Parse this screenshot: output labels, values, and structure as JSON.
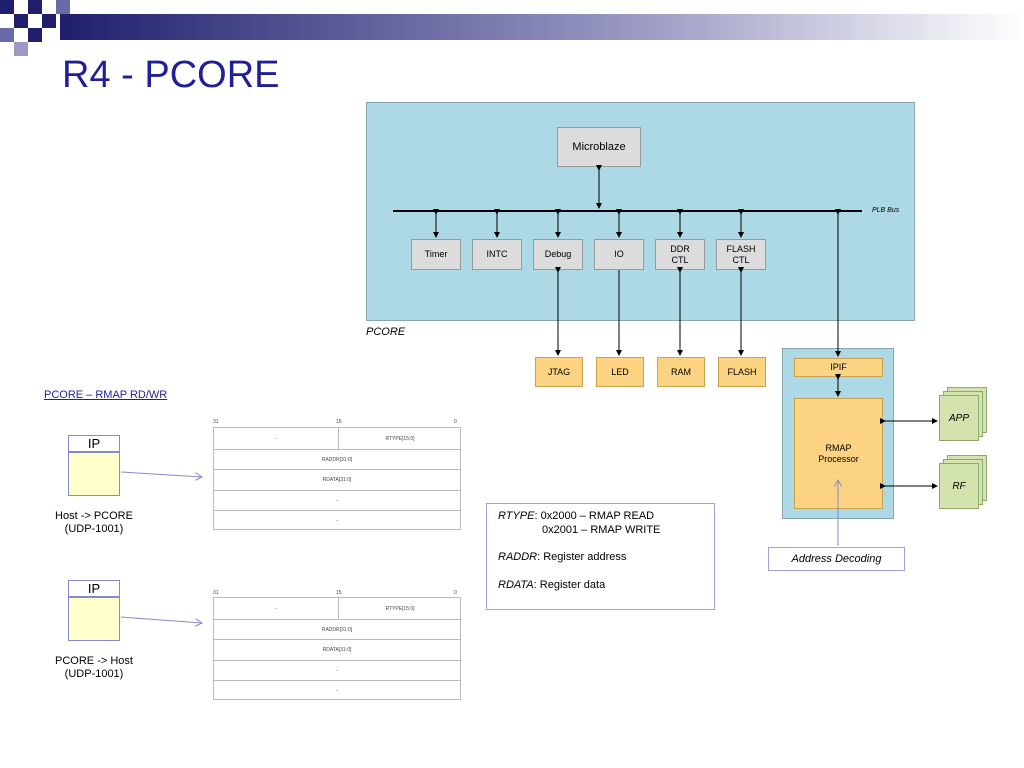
{
  "slide": {
    "title": "R4 - PCORE"
  },
  "colors": {
    "accent_dark": "#1f1f6e",
    "accent_blue": "#1f1f9a",
    "panel": "#add8e6",
    "module": "#dcdcdc",
    "external": "#fbd383",
    "app_rf": "#d3e3ae",
    "ip_body": "#ffffcc"
  },
  "diagram": {
    "panel_label": "PCORE",
    "cpu": "Microblaze",
    "bus_label": "PLB Bus",
    "modules": [
      "Timer",
      "INTC",
      "Debug",
      "IO",
      "DDR\nCTL",
      "FLASH\nCTL"
    ],
    "externals": [
      "JTAG",
      "LED",
      "RAM",
      "FLASH"
    ],
    "ipif": "IPIF",
    "rmap": "RMAP\nProcessor",
    "app": "APP",
    "rf": "RF",
    "address_decoding": "Address Decoding"
  },
  "rmap_section": {
    "heading": "PCORE – RMAP RD/WR",
    "ip_label": "IP",
    "host_to_pcore": "Host -> PCORE\n(UDP-1001)",
    "pcore_to_host": "PCORE -> Host\n(UDP-1001)",
    "packet": {
      "bits": [
        "31",
        "15",
        "0"
      ],
      "row1_left": "-",
      "row1_right": "RTYPE[15:0]",
      "rows": [
        "RADDR[31:0]",
        "RDATA[31:0]",
        "-",
        "-"
      ]
    }
  },
  "legend": {
    "rtype_key": "RTYPE",
    "rtype_read": ": 0x2000 – RMAP READ",
    "rtype_write": "0x2001 – RMAP WRITE",
    "raddr_key": "RADDR",
    "raddr_val": ": Register address",
    "rdata_key": "RDATA",
    "rdata_val": ": Register data"
  }
}
